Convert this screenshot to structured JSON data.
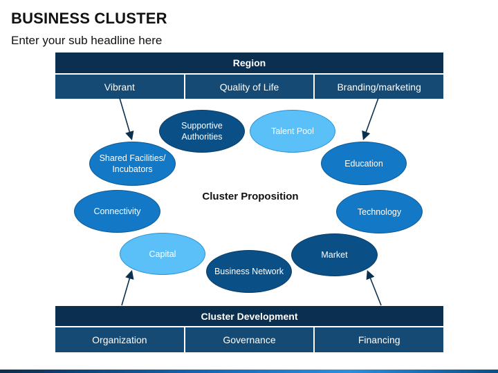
{
  "header": {
    "title": "BUSINESS CLUSTER",
    "subtitle": "Enter your sub headline here"
  },
  "region": {
    "heading": "Region",
    "cells": [
      "Vibrant",
      "Quality of Life",
      "Branding/marketing"
    ]
  },
  "development": {
    "heading": "Cluster Development",
    "cells": [
      "Organization",
      "Governance",
      "Financing"
    ]
  },
  "center": {
    "label": "Cluster Proposition"
  },
  "nodes": {
    "supportive_authorities": "Supportive Authorities",
    "talent_pool": "Talent Pool",
    "shared_facilities": "Shared Facilities/ Incubators",
    "education": "Education",
    "connectivity": "Connectivity",
    "technology": "Technology",
    "capital": "Capital",
    "market": "Market",
    "business_network": "Business Network"
  },
  "colors": {
    "header_navy": "#0b2f4f",
    "cell_blue": "#154a74",
    "node_light": "#5bc0f8",
    "node_mid": "#1378c6",
    "node_dark": "#0b4f87"
  }
}
